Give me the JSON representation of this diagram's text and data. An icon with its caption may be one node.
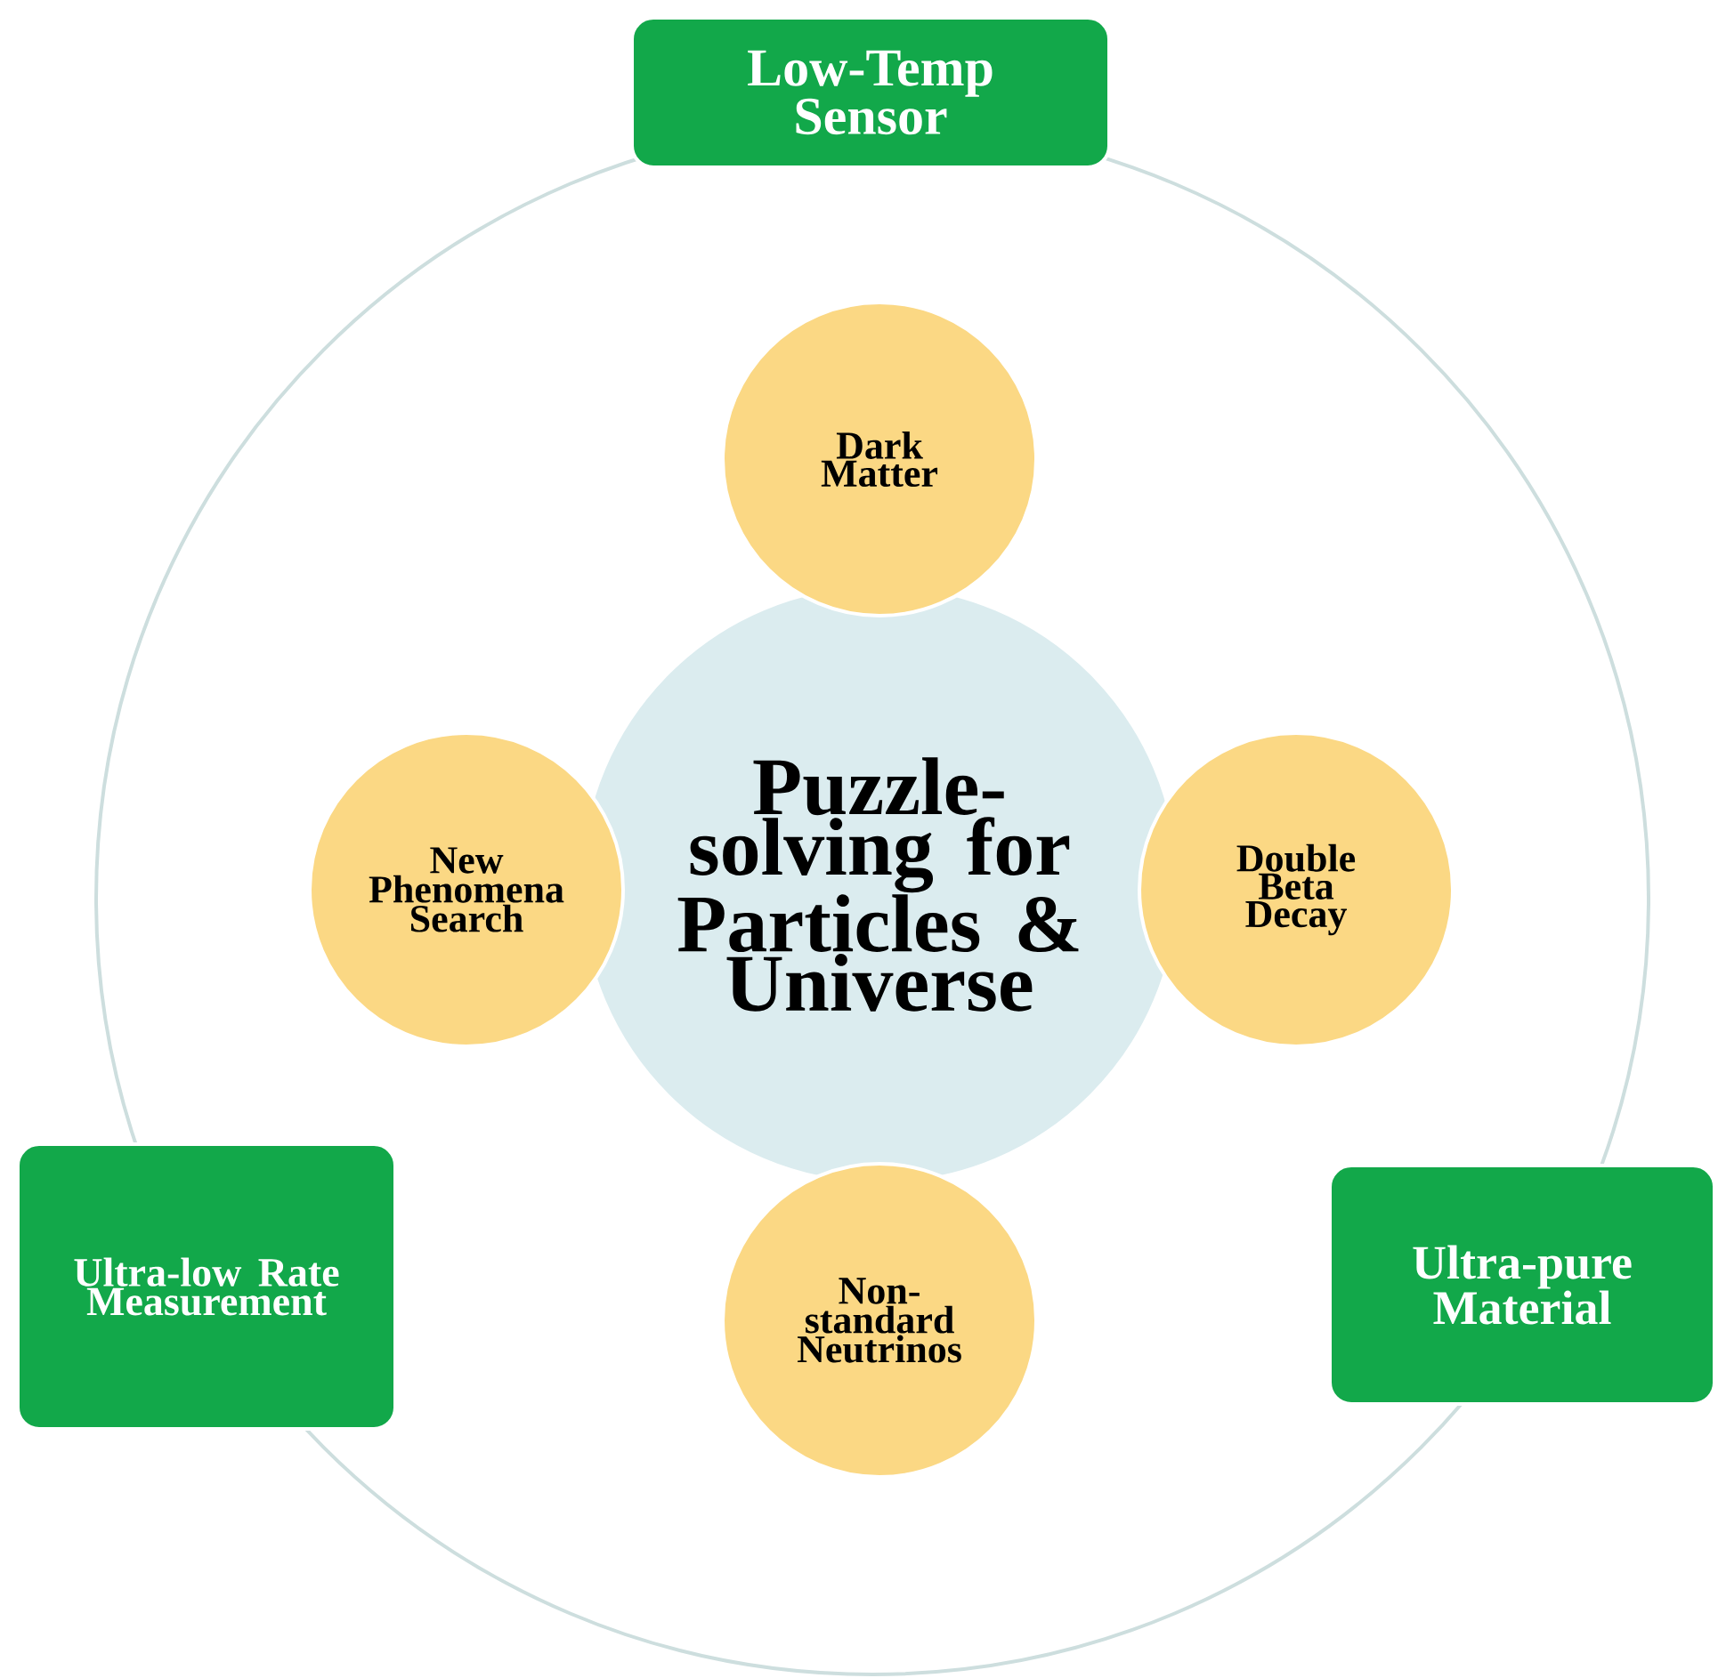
{
  "diagram": {
    "nodes": [
      {
        "text": [
          "Low-Temp Sensor"
        ]
      },
      {
        "text": [
          "Dark Matter"
        ]
      },
      {
        "text": [
          "Puzzle-solving for Particles & Universe"
        ]
      },
      {
        "text": [
          "New Phenomena Search"
        ]
      },
      {
        "text": [
          "Double Beta Decay"
        ]
      },
      {
        "text": [
          "Ultra-low Rate Measurement"
        ]
      },
      {
        "text": [
          "Non-standard Neutrinos"
        ]
      },
      {
        "text": [
          "Ultra-pure Material"
        ]
      }
    ]
  }
}
